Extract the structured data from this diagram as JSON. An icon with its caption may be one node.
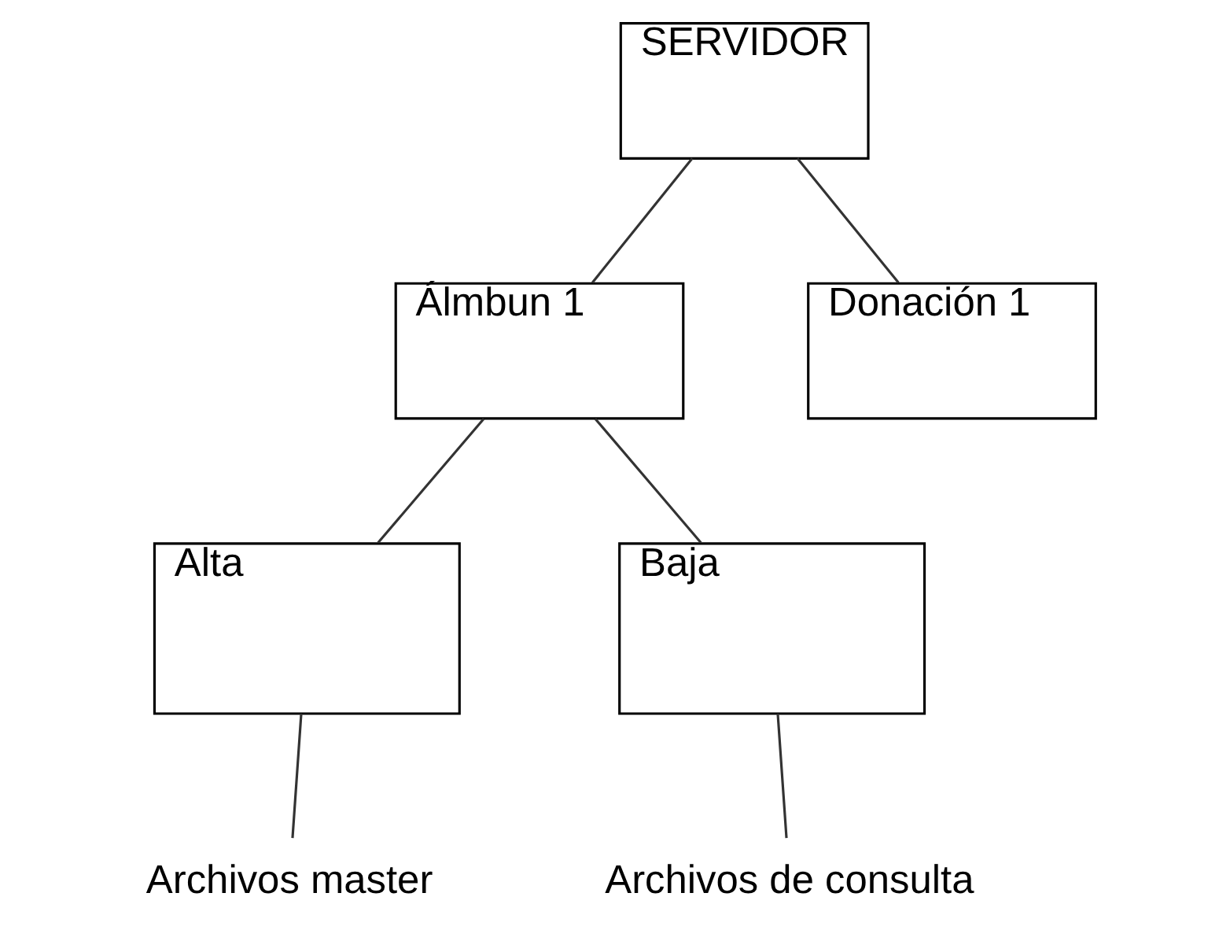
{
  "diagram": {
    "nodes": [
      {
        "text": [
          "SERVIDOR"
        ]
      },
      {
        "text": [
          "Álmbun 1"
        ]
      },
      {
        "text": [
          "Donación 1"
        ]
      },
      {
        "text": [
          "Alta"
        ]
      },
      {
        "text": [
          "Baja"
        ]
      },
      {
        "text": [
          "Archivos master"
        ]
      },
      {
        "text": [
          "Archivos de consulta"
        ]
      }
    ],
    "edges": [
      {
        "from": 0,
        "to": 1,
        "arrow": "none"
      },
      {
        "from": 0,
        "to": 2,
        "arrow": "none"
      },
      {
        "from": 1,
        "to": 3,
        "arrow": "none"
      },
      {
        "from": 1,
        "to": 4,
        "arrow": "none"
      },
      {
        "from": 3,
        "to": 5,
        "arrow": "none"
      },
      {
        "from": 4,
        "to": 6,
        "arrow": "none"
      }
    ]
  }
}
